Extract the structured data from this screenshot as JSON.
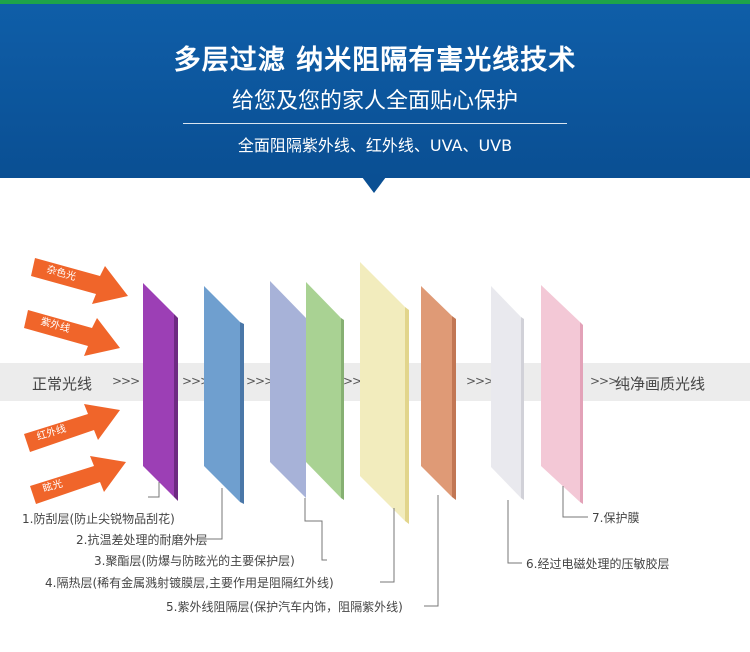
{
  "header": {
    "title": "多层过滤 纳米阻隔有害光线技术",
    "subtitle": "给您及您的家人全面贴心保护",
    "tagline": "全面阻隔紫外线、红外线、UVA、UVB"
  },
  "band": {
    "left_label": "正常光线",
    "right_label": "纯净画质光线",
    "chevron": ">>>"
  },
  "rays": [
    "杂色光",
    "紫外线",
    "红外线",
    "眩光"
  ],
  "layers": [
    {
      "label": "1.防刮层(防止尖锐物品刮花)",
      "color": "#9c3fb5"
    },
    {
      "label": "2.抗温差处理的耐磨外层",
      "color": "#6f9fcf"
    },
    {
      "label": "3.聚酯层(防爆与防眩光的主要保护层)",
      "color": "#a7b2d8"
    },
    {
      "label": "3.聚酯层(防爆与防眩光的主要保护层)",
      "color": "#a9d293"
    },
    {
      "label": "4.隔热层(稀有金属溅射镀膜层,主要作用是阻隔红外线)",
      "color": "#f2ecbd"
    },
    {
      "label": "5.紫外线阻隔层(保护汽车内饰，阻隔紫外线)",
      "color": "#df9a76"
    },
    {
      "label": "6.经过电磁处理的压敏胶层",
      "color": "#e9e9ee"
    },
    {
      "label": "7.保护膜",
      "color": "#f3c8d6"
    }
  ],
  "callouts": [
    "1.防刮层(防止尖锐物品刮花)",
    "2.抗温差处理的耐磨外层",
    "3.聚酯层(防爆与防眩光的主要保护层)",
    "4.隔热层(稀有金属溅射镀膜层,主要作用是阻隔红外线)",
    "5.紫外线阻隔层(保护汽车内饰，阻隔紫外线)",
    "6.经过电磁处理的压敏胶层",
    "7.保护膜"
  ],
  "colors": {
    "banner": "#0f5ea8",
    "arrow": "#f0652a",
    "accent_stripe": "#1ea34a"
  }
}
